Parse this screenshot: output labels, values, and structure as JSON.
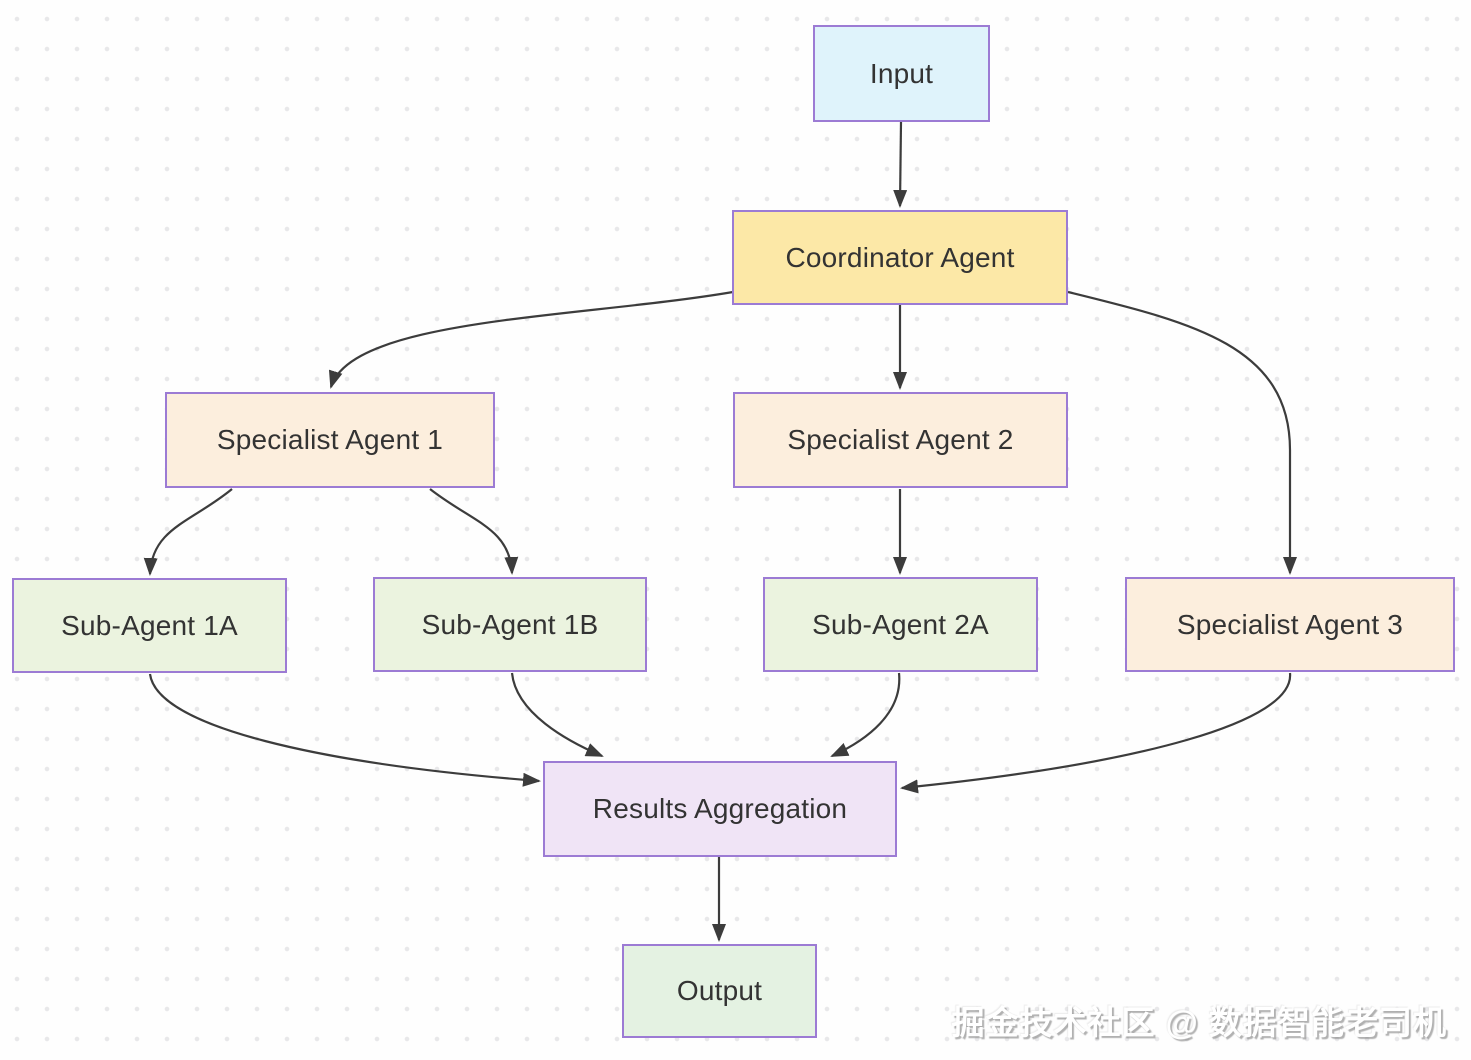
{
  "nodes": {
    "input": {
      "label": "Input",
      "fill": "#dff3fb"
    },
    "coordinator": {
      "label": "Coordinator Agent",
      "fill": "#fce8a7"
    },
    "specialist1": {
      "label": "Specialist Agent 1",
      "fill": "#fceedd"
    },
    "specialist2": {
      "label": "Specialist Agent 2",
      "fill": "#fceedd"
    },
    "sub1a": {
      "label": "Sub-Agent 1A",
      "fill": "#ebf3df"
    },
    "sub1b": {
      "label": "Sub-Agent 1B",
      "fill": "#ebf3df"
    },
    "sub2a": {
      "label": "Sub-Agent 2A",
      "fill": "#ebf3df"
    },
    "specialist3": {
      "label": "Specialist Agent 3",
      "fill": "#fceedd"
    },
    "results": {
      "label": "Results Aggregation",
      "fill": "#f0e4f6"
    },
    "output": {
      "label": "Output",
      "fill": "#e4f2e2"
    }
  },
  "edges": [
    {
      "from": "input",
      "to": "coordinator"
    },
    {
      "from": "coordinator",
      "to": "specialist1"
    },
    {
      "from": "coordinator",
      "to": "specialist2"
    },
    {
      "from": "coordinator",
      "to": "specialist3"
    },
    {
      "from": "specialist1",
      "to": "sub1a"
    },
    {
      "from": "specialist1",
      "to": "sub1b"
    },
    {
      "from": "specialist2",
      "to": "sub2a"
    },
    {
      "from": "sub1a",
      "to": "results"
    },
    {
      "from": "sub1b",
      "to": "results"
    },
    {
      "from": "sub2a",
      "to": "results"
    },
    {
      "from": "specialist3",
      "to": "results"
    },
    {
      "from": "results",
      "to": "output"
    }
  ],
  "colors": {
    "node_border": "#9c7bd4",
    "arrow": "#3c3c3c",
    "text": "#333333",
    "background_dots": "#e8e8ea"
  },
  "watermark": "掘金技术社区 @ 数据智能老司机"
}
